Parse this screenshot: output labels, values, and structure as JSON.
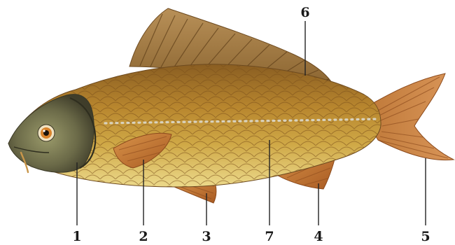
{
  "figure": {
    "subject": "carp",
    "colors": {
      "body_light": "#e8d27a",
      "body_mid": "#c99a3a",
      "body_dark": "#8a5e22",
      "fin": "#c97a35",
      "fin_dark": "#8c4a1c",
      "head_dark": "#4a4a32",
      "lateral_line": "#d9d2bd",
      "eye_iris": "#d9832b",
      "leader_line": "#222222",
      "label_text": "#1a1a1a"
    }
  },
  "labels": [
    {
      "number": "1",
      "part": "gill-cover"
    },
    {
      "number": "2",
      "part": "pectoral-fin"
    },
    {
      "number": "3",
      "part": "pelvic-fin"
    },
    {
      "number": "7",
      "part": "lateral-line"
    },
    {
      "number": "4",
      "part": "anal-fin"
    },
    {
      "number": "5",
      "part": "caudal-fin"
    },
    {
      "number": "6",
      "part": "dorsal-fin"
    }
  ]
}
